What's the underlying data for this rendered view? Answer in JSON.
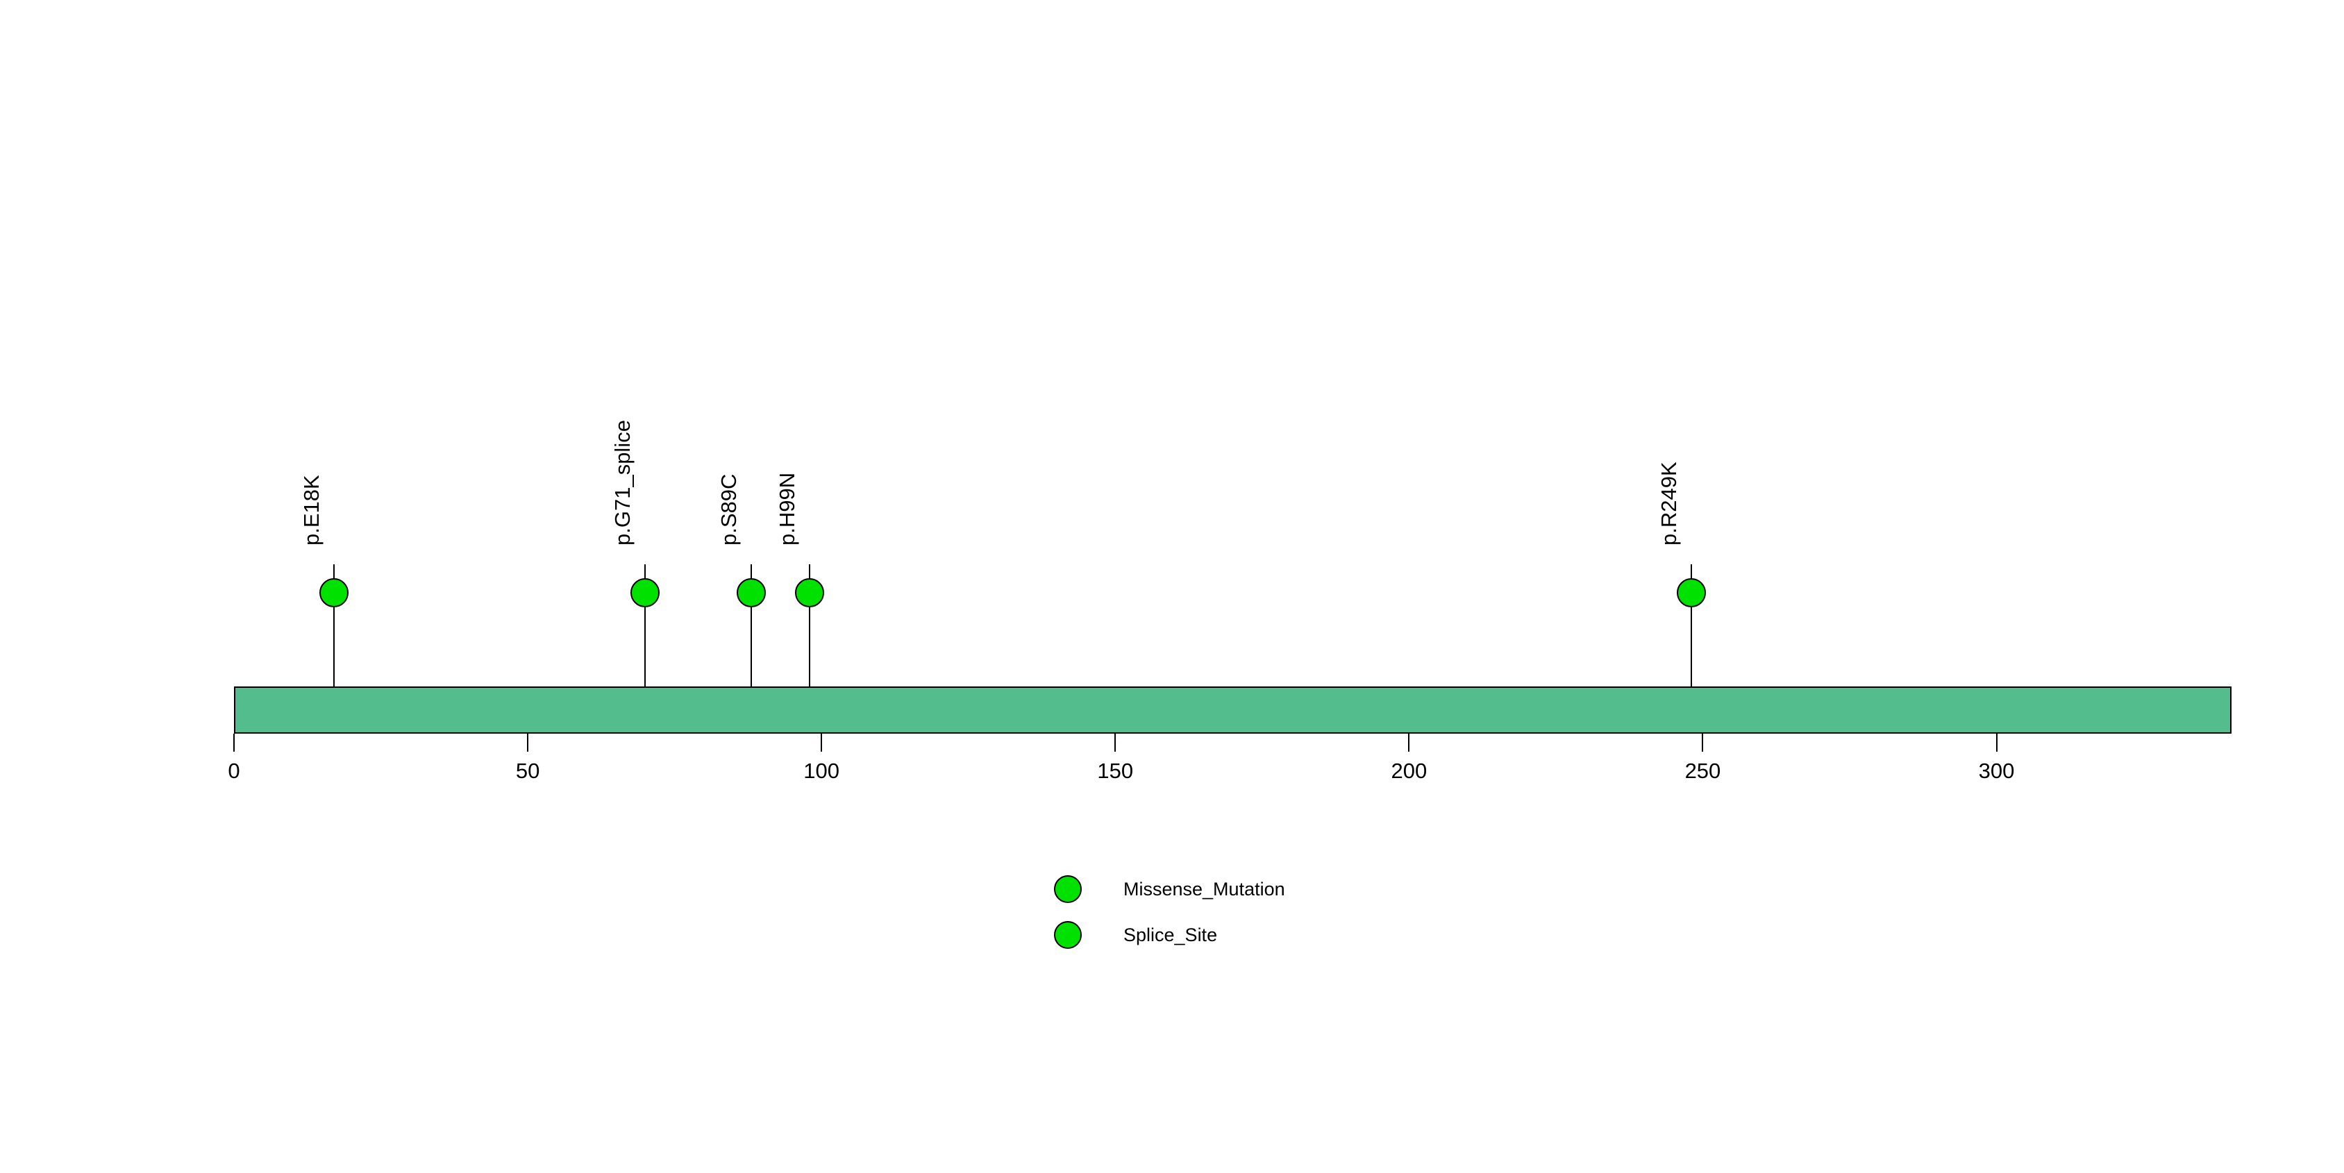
{
  "chart_data": {
    "type": "lollipop",
    "title": "",
    "xlabel": "",
    "ylabel": "",
    "xlim": [
      0,
      340
    ],
    "x_ticks": [
      0,
      50,
      100,
      150,
      200,
      250,
      300
    ],
    "protein_length": 340,
    "grid": false,
    "legend_position": "bottom-center",
    "mutations": [
      {
        "label": "p.E18K",
        "position": 18,
        "type": "Missense_Mutation"
      },
      {
        "label": "p.G71_splice",
        "position": 71,
        "type": "Splice_Site"
      },
      {
        "label": "p.S89C",
        "position": 89,
        "type": "Missense_Mutation"
      },
      {
        "label": "p.H99N",
        "position": 99,
        "type": "Missense_Mutation"
      },
      {
        "label": "p.R249K",
        "position": 249,
        "type": "Missense_Mutation"
      }
    ],
    "legend": [
      {
        "label": "Missense_Mutation",
        "color": "#00E100"
      },
      {
        "label": "Splice_Site",
        "color": "#00E100"
      }
    ],
    "colors": {
      "point_fill": "#00E100",
      "point_stroke": "#000000",
      "protein_bar_fill": "#54BD8E",
      "protein_bar_stroke": "#000000",
      "background": "#FFFFFF"
    }
  }
}
